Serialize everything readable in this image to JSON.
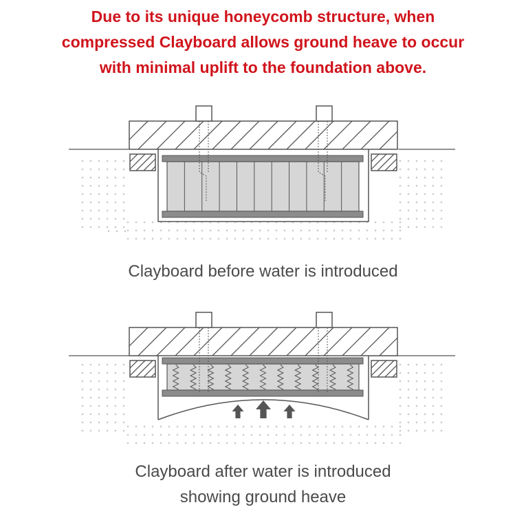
{
  "headline": {
    "lines": [
      "Due to its unique honeycomb structure, when",
      "compressed Clayboard allows ground heave to occur",
      "with minimal uplift to the foundation above."
    ],
    "color": "#d0141c"
  },
  "diagram_before": {
    "caption_lines": [
      "Clayboard before water is introduced"
    ]
  },
  "diagram_after": {
    "caption_lines": [
      "Clayboard after water is introduced",
      "showing ground heave"
    ]
  },
  "colors": {
    "line": "#555555",
    "board": "#d6d6d6",
    "plate": "#8c8c8c",
    "dots": "#c8c8c8",
    "arrow": "#555555",
    "caption": "#4a4a4a"
  }
}
